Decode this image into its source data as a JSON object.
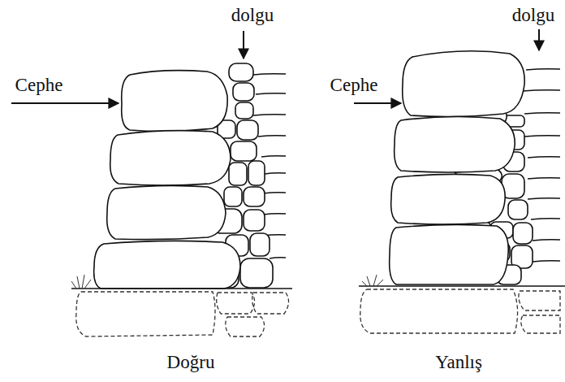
{
  "diagram": {
    "labels": [
      "dolgu",
      "Cephe",
      "Doğru",
      "dolgu",
      "Cephe",
      "Yanlış"
    ]
  }
}
